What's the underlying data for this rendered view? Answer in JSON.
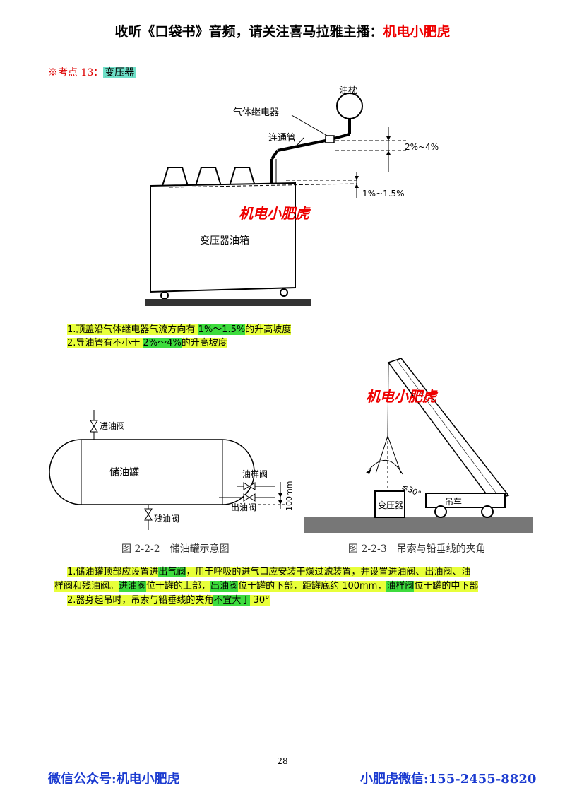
{
  "header": {
    "prefix": "收听《口袋书》音频，请关注喜马拉雅主播：",
    "brand": "机电小肥虎"
  },
  "kaodian": {
    "label": "※考点 13：",
    "topic": "变压器"
  },
  "fig1": {
    "labels": {
      "oil_pillow": "油枕",
      "relay": "气体继电器",
      "pipe": "连通管",
      "slope_upper": "2%~4%",
      "slope_lower": "1%~1.5%",
      "tank": "变压器油箱"
    },
    "watermark": "机电小肥虎"
  },
  "notes1": [
    {
      "pre": "1.顶盖沿气体继电器气流方向有 ",
      "hl": "1%～1.5%",
      "post": "的升高坡度"
    },
    {
      "pre": "2.导油管有不小于 ",
      "hl": "2%～4%",
      "post": "的升高坡度"
    }
  ],
  "fig2": {
    "labels": {
      "inlet": "进油阀",
      "tank": "储油罐",
      "sample": "油样阀",
      "outlet": "出油阀",
      "drain": "残油阀",
      "dist": "100mm"
    },
    "caption": "图 2-2-2　储油罐示意图"
  },
  "fig3": {
    "labels": {
      "transformer": "变压器",
      "crane": "吊车",
      "angle": "≤30°"
    },
    "watermark": "机电小肥虎",
    "caption": "图 2-2-3　吊索与铅垂线的夹角"
  },
  "para": {
    "l1_a": "1.储油罐顶部应设置进",
    "l1_b": "出气阀",
    "l1_c": "，用于呼吸的进气口应安装干燥过滤装置，并设置进油阀、出油阀、油",
    "l2_a": "样阀和残油阀。",
    "l2_b": "进油阀",
    "l2_c": "位于罐的上部，",
    "l2_d": "出油阀",
    "l2_e": "位于罐的下部，距罐底约 100mm，",
    "l2_f": "油样阀",
    "l2_g": "位于罐的中下部",
    "l3_a": "2.器身起吊时，吊索与铅垂线的夹角",
    "l3_b": "不宜大于",
    "l3_c": " 30°"
  },
  "page_number": "28",
  "footer": {
    "left": "微信公众号:机电小肥虎",
    "right_label": "小肥虎微信:",
    "right_number": "155-2455-8820"
  }
}
